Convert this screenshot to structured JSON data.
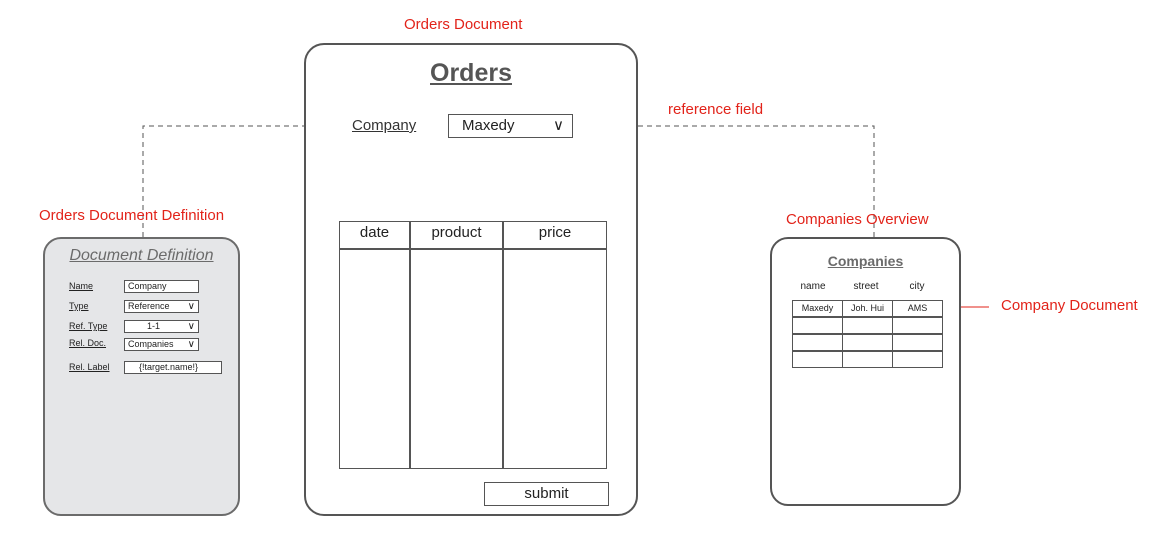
{
  "annotations": {
    "orders_document": "Orders Document",
    "reference_field": "reference field",
    "orders_document_definition": "Orders Document Definition",
    "companies_overview": "Companies Overview",
    "company_document": "Company Document"
  },
  "definition": {
    "title": "Document Definition",
    "fields": [
      {
        "label": "Name",
        "value": "Company",
        "dropdown": false
      },
      {
        "label": "Type",
        "value": "Reference",
        "dropdown": true
      },
      {
        "label": "Ref. Type",
        "value": "1-1",
        "dropdown": true
      },
      {
        "label": "Rel. Doc.",
        "value": "Companies",
        "dropdown": true
      },
      {
        "label": "Rel. Label",
        "value": "{!target.name!}",
        "dropdown": false
      }
    ]
  },
  "orders": {
    "title": "Orders",
    "company_label": "Company",
    "company_value": "Maxedy",
    "columns": [
      "date",
      "product",
      "price"
    ],
    "submit_label": "submit"
  },
  "companies": {
    "title": "Companies",
    "columns": [
      "name",
      "street",
      "city"
    ],
    "rows": [
      [
        "Maxedy",
        "Joh. Hui",
        "AMS"
      ],
      [
        "",
        "",
        ""
      ],
      [
        "",
        "",
        ""
      ],
      [
        "",
        "",
        ""
      ]
    ]
  },
  "colors": {
    "annotation": "#e2231a",
    "panel_border": "#555555",
    "definition_bg": "#e5e6e8"
  },
  "icons": {
    "dropdown": "chevron-down-icon",
    "arrow": "arrow-right-icon"
  }
}
